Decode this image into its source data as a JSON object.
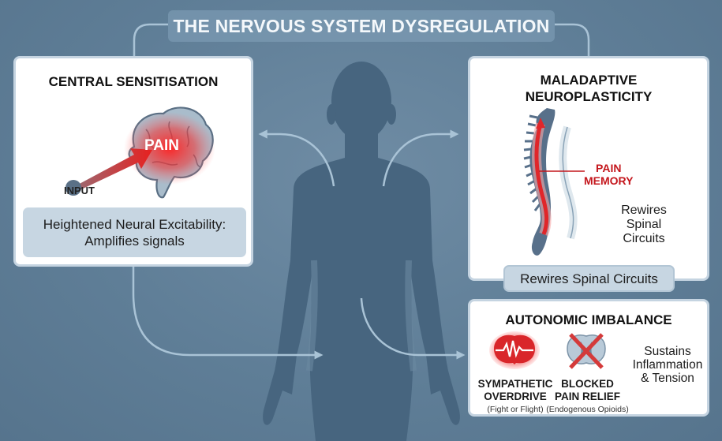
{
  "title": "THE NERVOUS SYSTEM DYSREGULATION",
  "colors": {
    "background": "#5f7e97",
    "silhouette": "#47657f",
    "connector": "#a9c3d6",
    "pain_red": "#e0262a",
    "label_red": "#c4161c",
    "pill_bg": "#c7d6e2"
  },
  "panels": {
    "central_sensitisation": {
      "title": "CENTRAL SENSITISATION",
      "brain_label": "PAIN",
      "input_label": "INPUT",
      "summary_line1": "Heightened Neural Excitability:",
      "summary_line2": "Amplifies signals",
      "icon": "brain-icon"
    },
    "maladaptive_neuroplasticity": {
      "title_line1": "MALADAPTIVE",
      "title_line2": "NEUROPLASTICITY",
      "pain_memory_line1": "PAIN",
      "pain_memory_line2": "MEMORY",
      "side_text_line1": "Rewires",
      "side_text_line2": "Spinal",
      "side_text_line3": "Circuits",
      "footer_pill": "Rewires Spinal Circuits",
      "icon": "spine-icon"
    },
    "autonomic_imbalance": {
      "title": "AUTONOMIC IMBALANCE",
      "items": [
        {
          "icon": "heartbeat-brain-icon",
          "label_line1": "SYMPATHETIC",
          "label_line2": "OVERDRIVE",
          "sub": "(Fight or Flight)"
        },
        {
          "icon": "blocked-spinal-cord-icon",
          "label_line1": "BLOCKED",
          "label_line2": "PAIN RELIEF",
          "sub": "(Endogenous Opioids)"
        }
      ],
      "side_text_line1": "Sustains",
      "side_text_line2": "Inflammation",
      "side_text_line3": "& Tension"
    }
  },
  "figure": {
    "icon": "human-silhouette-icon"
  }
}
